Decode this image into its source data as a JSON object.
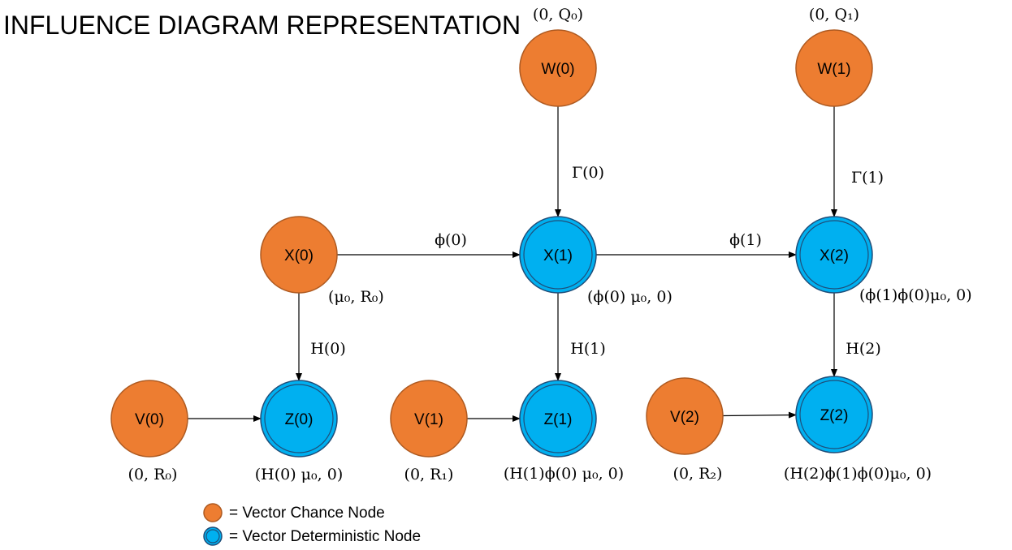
{
  "title": "INFLUENCE DIAGRAM REPRESENTATION",
  "colors": {
    "chance": "#ed7d31",
    "deterministic": "#00b0f0",
    "outline": "#1f4e79"
  },
  "nodes": [
    {
      "id": "W0",
      "label": "W(0)",
      "kind": "chance",
      "param": "(0, Q₀)"
    },
    {
      "id": "W1",
      "label": "W(1)",
      "kind": "chance",
      "param": "(0, Q₁)"
    },
    {
      "id": "X0",
      "label": "X(0)",
      "kind": "chance",
      "param": "(μ₀, R₀)"
    },
    {
      "id": "X1",
      "label": "X(1)",
      "kind": "deterministic",
      "param": "(ϕ(0) μ₀, 0)"
    },
    {
      "id": "X2",
      "label": "X(2)",
      "kind": "deterministic",
      "param": "(ϕ(1)ϕ(0)μ₀, 0)"
    },
    {
      "id": "V0",
      "label": "V(0)",
      "kind": "chance",
      "param": "(0, R₀)"
    },
    {
      "id": "Z0",
      "label": "Z(0)",
      "kind": "deterministic",
      "param": "(H(0) μ₀, 0)"
    },
    {
      "id": "V1",
      "label": "V(1)",
      "kind": "chance",
      "param": "(0, R₁)"
    },
    {
      "id": "Z1",
      "label": "Z(1)",
      "kind": "deterministic",
      "param": "(H(1)ϕ(0) μ₀, 0)"
    },
    {
      "id": "V2",
      "label": "V(2)",
      "kind": "chance",
      "param": "(0, R₂)"
    },
    {
      "id": "Z2",
      "label": "Z(2)",
      "kind": "deterministic",
      "param": "(H(2)ϕ(1)ϕ(0)μ₀, 0)"
    }
  ],
  "edges": [
    {
      "from": "X0",
      "to": "X1",
      "label": "ϕ(0)"
    },
    {
      "from": "X1",
      "to": "X2",
      "label": "ϕ(1)"
    },
    {
      "from": "W0",
      "to": "X1",
      "label": "Γ(0)"
    },
    {
      "from": "W1",
      "to": "X2",
      "label": "Γ(1)"
    },
    {
      "from": "X0",
      "to": "Z0",
      "label": "H(0)"
    },
    {
      "from": "X1",
      "to": "Z1",
      "label": "H(1)"
    },
    {
      "from": "X2",
      "to": "Z2",
      "label": "H(2)"
    },
    {
      "from": "V0",
      "to": "Z0",
      "label": ""
    },
    {
      "from": "V1",
      "to": "Z1",
      "label": ""
    },
    {
      "from": "V2",
      "to": "Z2",
      "label": ""
    }
  ],
  "legend": {
    "chance": "= Vector Chance Node",
    "deterministic": "= Vector Deterministic Node"
  }
}
